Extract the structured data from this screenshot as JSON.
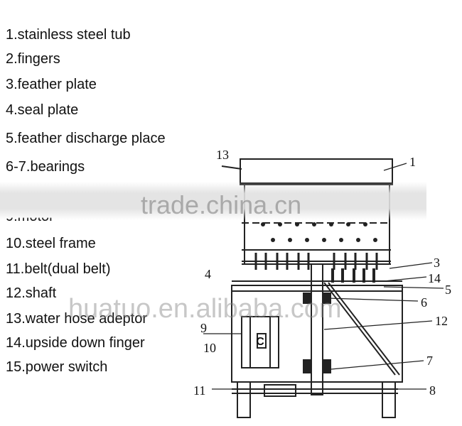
{
  "legend": {
    "items": [
      "1.stainless steel tub",
      "2.fingers",
      "3.feather plate",
      "4.seal plate",
      "5.feather discharge place",
      "6-7.bearings",
      "9.motor",
      "10.steel frame",
      "11.belt(dual belt)",
      "12.shaft",
      "13.water hose adeptor",
      "14.upside down finger",
      "15.power switch"
    ]
  },
  "diagram": {
    "motor_label": "C",
    "callouts": [
      "13",
      "1",
      "3",
      "14",
      "5",
      "4",
      "6",
      "12",
      "9",
      "10",
      "7",
      "11",
      "8"
    ]
  },
  "watermarks": [
    "trade.china.cn",
    "huatuo.en.alibaba.com"
  ]
}
